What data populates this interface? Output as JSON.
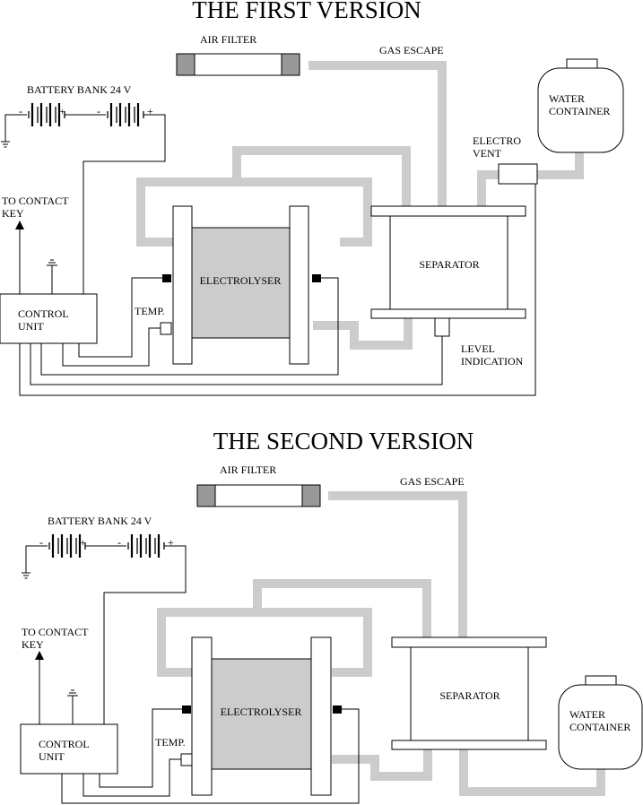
{
  "v1": {
    "title": "THE FIRST VERSION",
    "air_filter": "AIR FILTER",
    "gas_escape": "GAS ESCAPE",
    "battery_bank": "BATTERY BANK 24 V",
    "water_line1": "WATER",
    "water_line2": "CONTAINER",
    "electro_line1": "ELECTRO",
    "electro_line2": "VENT",
    "contact_line1": "TO CONTACT",
    "contact_line2": "KEY",
    "separator": "SEPARATOR",
    "electrolyser": "ELECTROLYSER",
    "control_line1": "CONTROL",
    "control_line2": "UNIT",
    "temp": "TEMP.",
    "level_line1": "LEVEL",
    "level_line2": "INDICATION"
  },
  "v2": {
    "title": "THE SECOND VERSION",
    "air_filter": "AIR FILTER",
    "gas_escape": "GAS ESCAPE",
    "battery_bank": "BATTERY BANK 24 V",
    "contact_line1": "TO CONTACT",
    "contact_line2": "KEY",
    "separator": "SEPARATOR",
    "electrolyser": "ELECTROLYSER",
    "control_line1": "CONTROL",
    "control_line2": "UNIT",
    "temp": "TEMP.",
    "water_line1": "WATER",
    "water_line2": "CONTAINER"
  },
  "battery_polarity": {
    "minus": "-",
    "plus": "+"
  },
  "colors": {
    "pipe": "#cccccc",
    "electrolyser_fill": "#cccccc",
    "filter_end": "#999999",
    "line": "#000000"
  }
}
